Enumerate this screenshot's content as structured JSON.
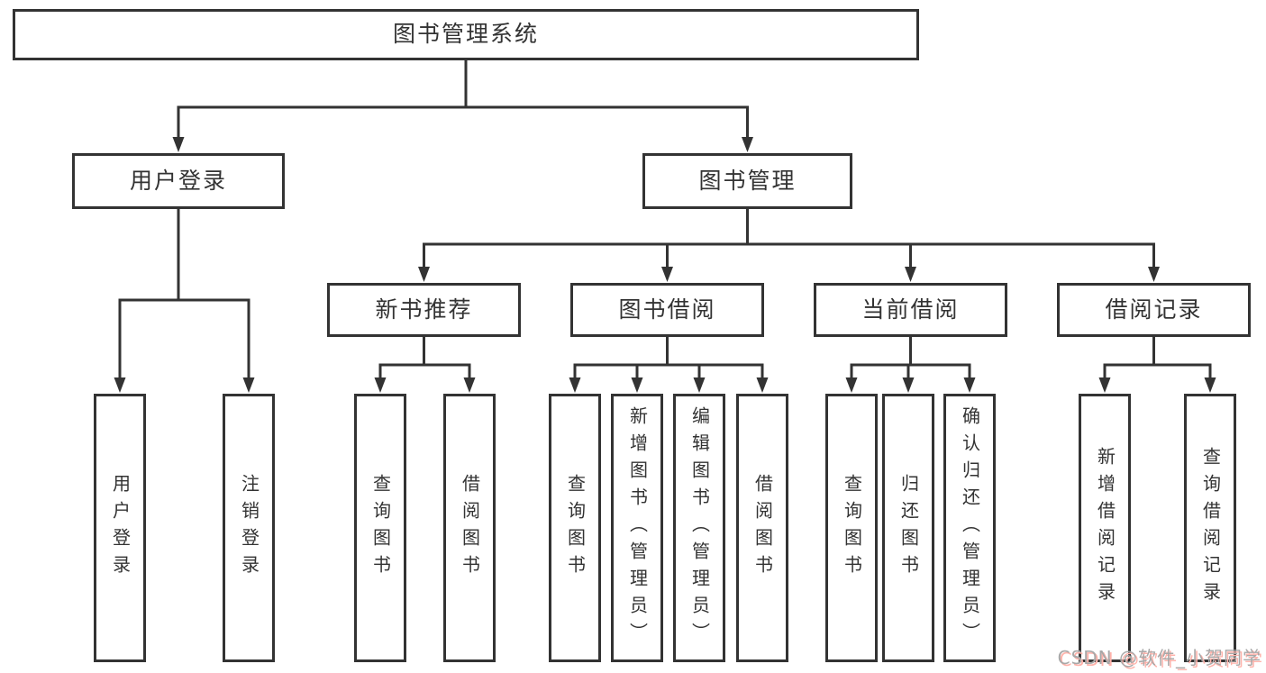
{
  "diagram": {
    "tree": {
      "label": "图书管理系统",
      "children": [
        {
          "label": "用户登录",
          "children": [
            {
              "label": "用户登录"
            },
            {
              "label": "注销登录"
            }
          ]
        },
        {
          "label": "图书管理",
          "children": [
            {
              "label": "新书推荐",
              "children": [
                {
                  "label": "查询图书"
                },
                {
                  "label": "借阅图书"
                }
              ]
            },
            {
              "label": "图书借阅",
              "children": [
                {
                  "label": "查询图书"
                },
                {
                  "label": "新增图书（管理员）"
                },
                {
                  "label": "编辑图书（管理员）"
                },
                {
                  "label": "借阅图书"
                }
              ]
            },
            {
              "label": "当前借阅",
              "children": [
                {
                  "label": "查询图书"
                },
                {
                  "label": "归还图书"
                },
                {
                  "label": "确认归还（管理员）"
                }
              ]
            },
            {
              "label": "借阅记录",
              "children": [
                {
                  "label": "新增借阅记录"
                },
                {
                  "label": "查询借阅记录"
                }
              ]
            }
          ]
        }
      ]
    }
  },
  "watermark": {
    "text": "CSDN @软件_小贺同学"
  },
  "colors": {
    "line": "#333333",
    "text": "#333333",
    "background": "#ffffff",
    "watermark_text": "#a8a8a8",
    "watermark_shadow": "#ffb3ab"
  }
}
